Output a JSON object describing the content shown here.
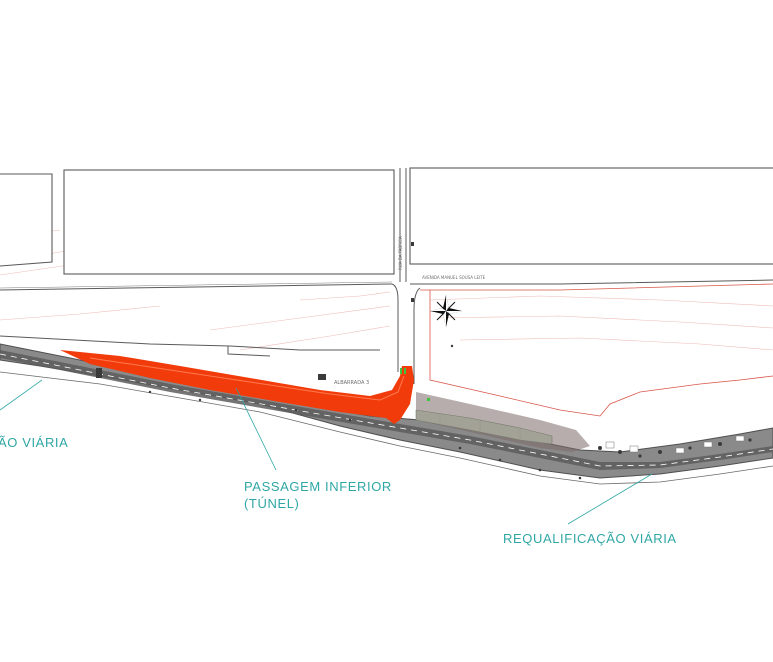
{
  "labels": {
    "left_requalification": "ÃO VIÁRIA",
    "tunnel_line1": "PASSAGEM INFERIOR",
    "tunnel_line2": "(TÚNEL)",
    "right_requalification": "REQUALIFICAÇÃO VIÁRIA"
  },
  "small_text": {
    "street_top": "AVENIDA MANUEL SOUSA LEITE",
    "street_vertical": "RUA DA FÁBRICA",
    "ramp_label": "ALBARRADA 3"
  },
  "colors": {
    "tunnel_highlight": "#f23b0a",
    "road_asphalt": "#8a8a8a",
    "road_dark": "#555555",
    "tunnel_fill": "#cfe6cf",
    "label_text": "#2fa7a5",
    "contour_lines": "#e8a69b",
    "outline": "#5a5a5a"
  },
  "icons": {
    "north_arrow": "north-arrow-icon"
  }
}
